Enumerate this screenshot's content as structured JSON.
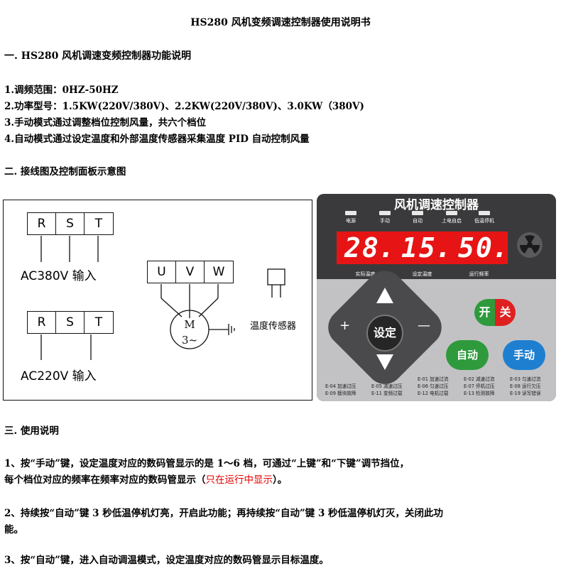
{
  "title": "HS280 风机变频调速控制器使用说明书",
  "section1": {
    "heading": "一. HS280 风机调速变频控制器功能说明",
    "items": [
      "1.调频范围：0HZ-50HZ",
      "2.功率型号：1.5KW(220V/380V)、2.2KW(220V/380V)、3.0KW（380V)",
      "3.手动模式通过调整档位控制风量，共六个档位",
      "4.自动模式通过设定温度和外部温度传感器采集温度 PID 自动控制风量"
    ]
  },
  "section2": {
    "heading": "二. 接线图及控制面板示意图"
  },
  "wiring": {
    "ac380_terminals": [
      "R",
      "S",
      "T"
    ],
    "ac380_label": "AC380V 输入",
    "ac220_terminals": [
      "R",
      "S",
      "T"
    ],
    "ac220_label": "AC220V 输入",
    "motor_terminals": [
      "U",
      "V",
      "W"
    ],
    "motor_symbol_top": "M",
    "motor_symbol_bottom": "3~",
    "sensor_label": "温度传感器"
  },
  "panel": {
    "title": "风机调速控制器",
    "indicators": [
      "电源",
      "手动",
      "自动",
      "上电自启",
      "低温停机"
    ],
    "displays": [
      {
        "digits": [
          "2",
          "8."
        ],
        "label": "实际温度"
      },
      {
        "digits": [
          "1",
          "5."
        ],
        "label": "设定温度"
      },
      {
        "digits": [
          "5",
          "0."
        ],
        "label": "运行频率"
      }
    ],
    "buttons": {
      "set": "设定",
      "plus": "+",
      "minus": "—",
      "on": "开",
      "off": "关",
      "auto": "自动",
      "manual": "手动"
    },
    "error_codes": [
      "E-01 加速过流",
      "E-02 减速过流",
      "E-03 匀速过流",
      "E-04 加速过压",
      "E-05 减速过压",
      "E-06 匀速过压",
      "E-07 停机过压",
      "E-08 运行欠压",
      "E-09 模块故障",
      "E-11 变频过载",
      "E-12 电机过载",
      "E-13 检测故障",
      "E-19 读写错误"
    ]
  },
  "section3": {
    "heading": "三. 使用说明",
    "p1_line1": "1、按“手动”键，设定温度对应的数码管显示的是 1～6 档，可通过“上键”和“下键”调节挡位，",
    "p1_line2_a": "每个档位对应的频率在频率对应的数码管显示（",
    "p1_line2_red": "只在运行中显示",
    "p1_line2_b": "）。",
    "p2_line1": "2、持续按“自动”键 3 秒低温停机灯亮，开启此功能；再持续按“自动”键 3 秒低温停机灯灭，关闭此功",
    "p2_line2": "能。",
    "p3_line1": "3、按“自动”键，进入自动调温模式，设定温度对应的数码管显示目标温度。"
  },
  "colors": {
    "panel_dark": "#3a3a3c",
    "display_red": "#e61414",
    "auto_green": "#2e9a3c",
    "manual_blue": "#1e7fd0"
  }
}
